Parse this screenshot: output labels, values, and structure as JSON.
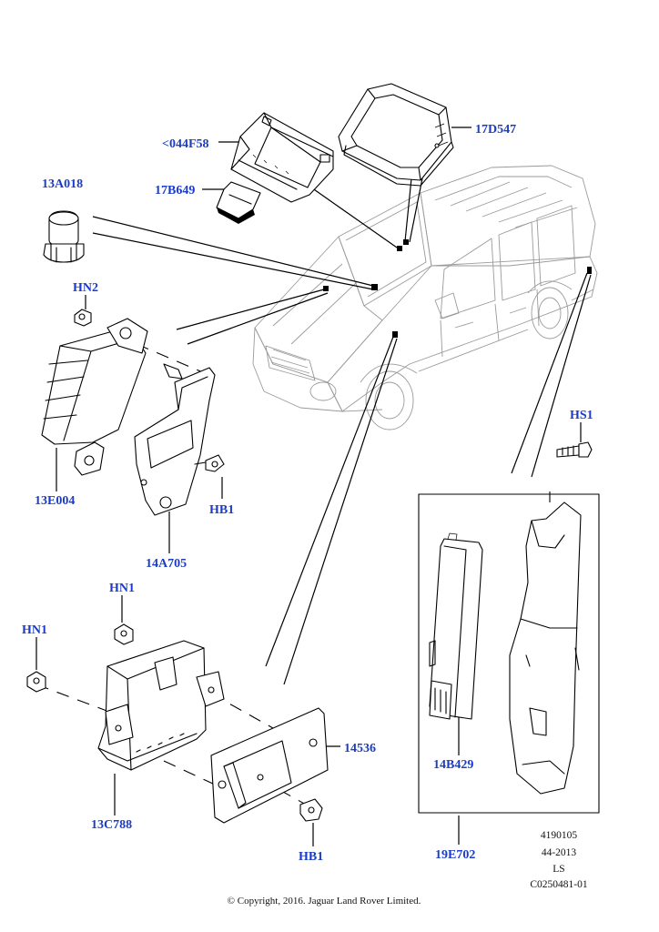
{
  "labels": {
    "l044F58": "<044F58",
    "l17D547": "17D547",
    "l13A018": "13A018",
    "l17B649": "17B649",
    "lHN2": "HN2",
    "l13E004": "13E004",
    "lHB1a": "HB1",
    "l14A705": "14A705",
    "lHS1": "HS1",
    "lHN1a": "HN1",
    "lHN1b": "HN1",
    "l14536": "14536",
    "l13C788": "13C788",
    "lHB1b": "HB1",
    "l14B429": "14B429",
    "l19E702": "19E702"
  },
  "reference": {
    "line1": "4190105",
    "line2": "44-2013",
    "line3": "LS",
    "line4": "C0250481-01"
  },
  "copyright": "© Copyright, 2016. Jaguar Land Rover Limited."
}
